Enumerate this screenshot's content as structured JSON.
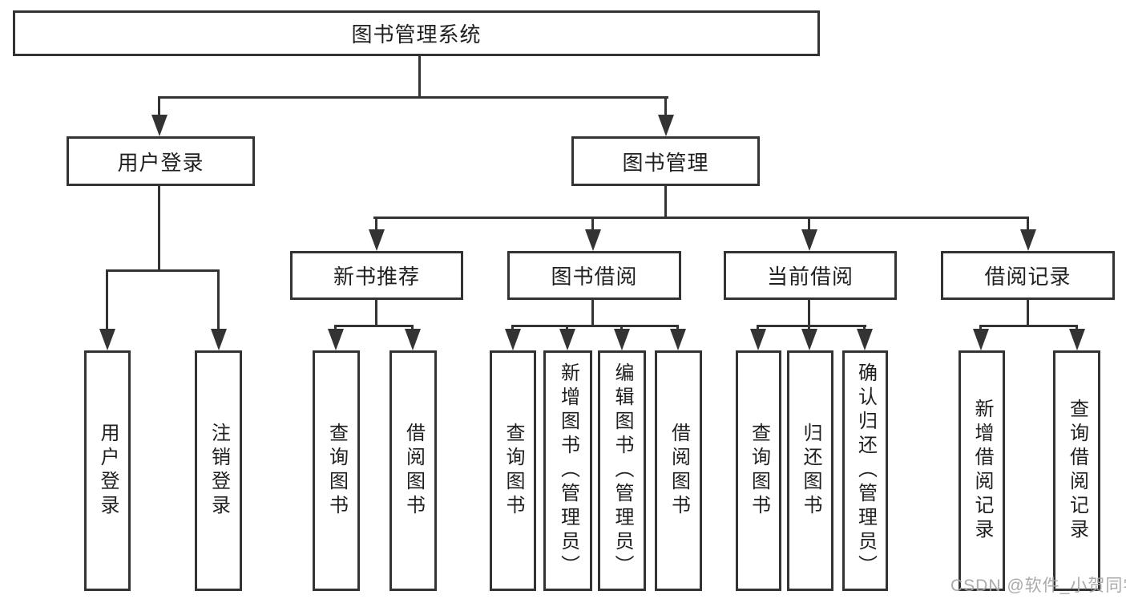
{
  "colors": {
    "line": "#333333",
    "text": "#1f1f1f",
    "background": "#ffffff",
    "watermark": "#a5a5a5"
  },
  "tree": {
    "root": {
      "label": "图书管理系统"
    },
    "branches": [
      {
        "label": "用户登录",
        "children": [
          {
            "label": "用户登录"
          },
          {
            "label": "注销登录"
          }
        ]
      },
      {
        "label": "图书管理",
        "sections": [
          {
            "label": "新书推荐",
            "children": [
              {
                "label": "查询图书"
              },
              {
                "label": "借阅图书"
              }
            ]
          },
          {
            "label": "图书借阅",
            "children": [
              {
                "label": "查询图书"
              },
              {
                "label": "新增图书（管理员）"
              },
              {
                "label": "编辑图书（管理员）"
              },
              {
                "label": "借阅图书"
              }
            ]
          },
          {
            "label": "当前借阅",
            "children": [
              {
                "label": "查询图书"
              },
              {
                "label": "归还图书"
              },
              {
                "label": "确认归还（管理员）"
              }
            ]
          },
          {
            "label": "借阅记录",
            "children": [
              {
                "label": "新增借阅记录"
              },
              {
                "label": "查询借阅记录"
              }
            ]
          }
        ]
      }
    ]
  },
  "watermark": {
    "text": "CSDN @软件_小贺同学"
  }
}
